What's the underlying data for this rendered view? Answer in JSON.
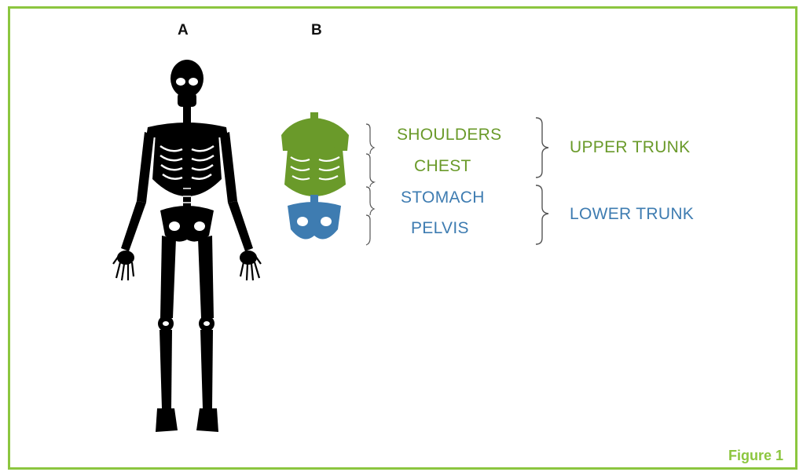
{
  "panels": {
    "a": "A",
    "b": "B"
  },
  "regions": {
    "shoulders": "SHOULDERS",
    "chest": "CHEST",
    "stomach": "STOMACH",
    "pelvis": "PELVIS"
  },
  "groups": {
    "upper": "UPPER TRUNK",
    "lower": "LOWER TRUNK"
  },
  "caption": "Figure 1",
  "colors": {
    "upper": "#6a9a2a",
    "lower": "#3e7cb1",
    "frame": "#8cc63f",
    "skeleton": "#000000"
  }
}
